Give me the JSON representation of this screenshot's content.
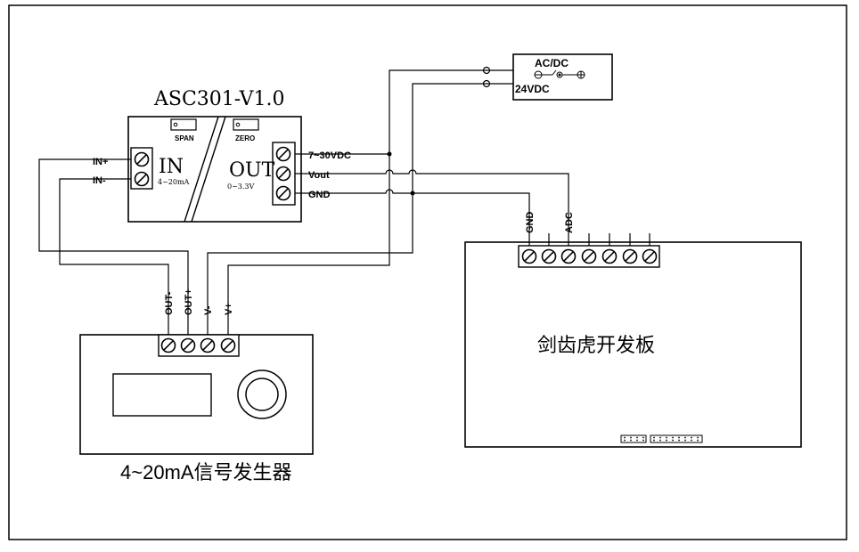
{
  "module": {
    "title": "ASC301-V1.0",
    "span_label": "SPAN",
    "zero_label": "ZERO",
    "in_label": "IN",
    "in_range": "4~20mA",
    "out_label": "OUT",
    "out_range": "0~3.3V",
    "in_plus": "IN+",
    "in_minus": "IN-",
    "power_label": "7~30VDC",
    "vout_label": "Vout",
    "gnd_label": "GND"
  },
  "power_supply": {
    "label_top": "AC/DC",
    "label_bottom": "24VDC"
  },
  "board": {
    "title": "剑齿虎开发板",
    "gnd_label": "GND",
    "adc_label": "ADC"
  },
  "generator": {
    "title": "4~20mA信号发生器",
    "pins": [
      "OUT-",
      "OUT+",
      "V-",
      "V+"
    ]
  }
}
